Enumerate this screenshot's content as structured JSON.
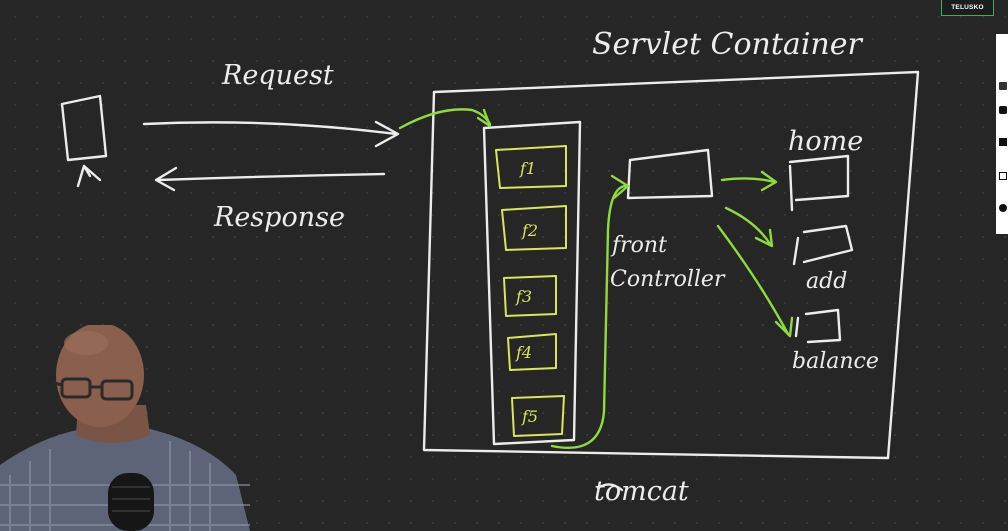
{
  "logo": {
    "text": "TELUSKO",
    "accent": "#3fae5a"
  },
  "board": {
    "title": "Servlet Container",
    "request_label": "Request",
    "response_label": "Response",
    "front_controller": [
      "front",
      "Controller"
    ],
    "server_label": "tomcat",
    "filters": [
      "f1",
      "f2",
      "f3",
      "f4",
      "f5"
    ],
    "endpoints": [
      "home",
      "add",
      "balance"
    ]
  },
  "colors": {
    "chalk": "#ececec",
    "highlight": "#8edb3c",
    "filter": "#d9e65a",
    "background": "#262626"
  },
  "side_toolbar": {
    "icons": [
      "pen-icon",
      "camera-icon",
      "square-icon",
      "page-icon",
      "settings-icon"
    ]
  },
  "presenter": {
    "icons": [
      "microphone-icon"
    ]
  }
}
